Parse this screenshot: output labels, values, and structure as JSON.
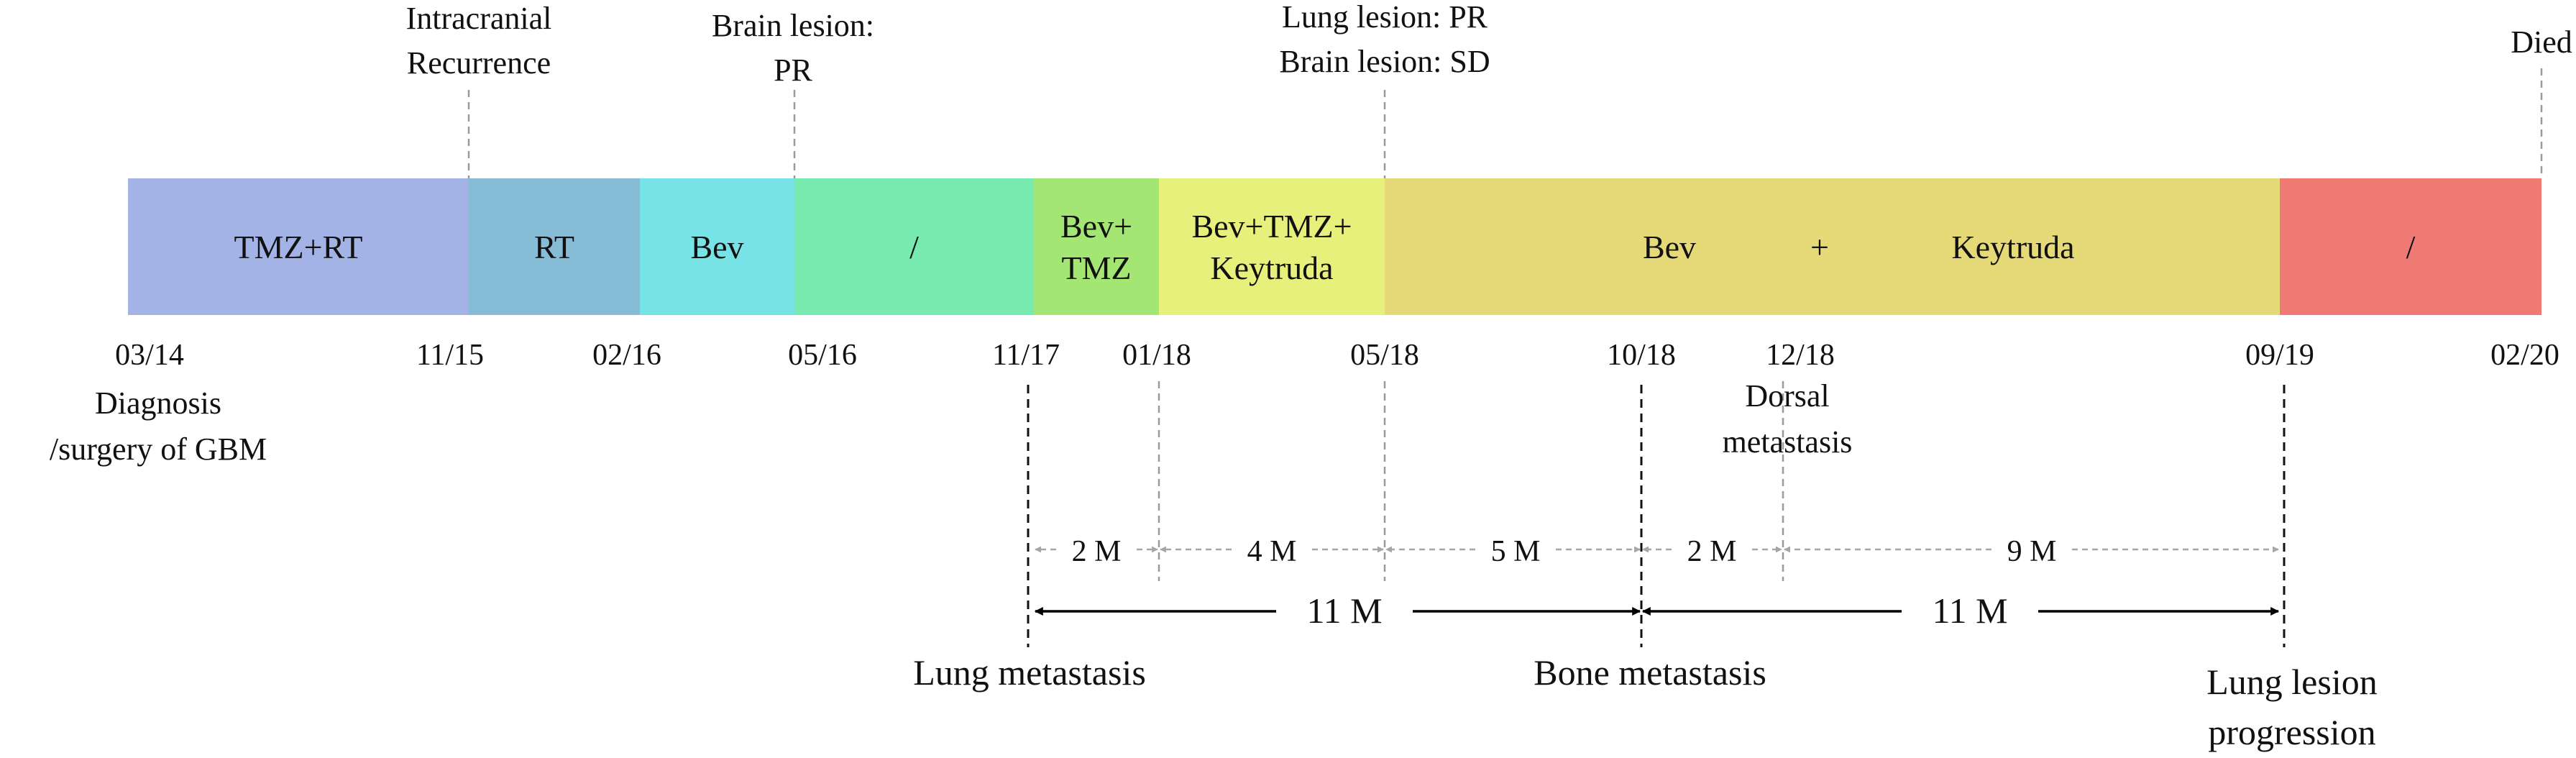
{
  "segments": [
    {
      "text": "TMZ+RT",
      "color": "#a3b3e6"
    },
    {
      "text": "RT",
      "color": "#86bcd6"
    },
    {
      "text": "Bev",
      "color": "#77e3e6"
    },
    {
      "text": "/",
      "color": "#77eab0"
    },
    {
      "text": "Bev+\nTMZ",
      "color": "#a3e673"
    },
    {
      "text": "Bev+TMZ+\nKeytruda",
      "color": "#e7f07a"
    },
    {
      "text": "",
      "color": "#e6d978"
    },
    {
      "text": "/",
      "color": "#ee7a73"
    }
  ],
  "long_segment_labels": {
    "left": "Bev",
    "middle": "+",
    "right": "Keytruda"
  },
  "dates": [
    "03/14",
    "11/15",
    "02/16",
    "05/16",
    "11/17",
    "01/18",
    "05/18",
    "10/18",
    "12/18",
    "09/19",
    "02/20"
  ],
  "top_events": [
    {
      "text": "Intracranial\nRecurrence"
    },
    {
      "text": "Brain lesion:\nPR"
    },
    {
      "text": "Lung lesion: PR\nBrain lesion: SD"
    },
    {
      "text": "Died"
    }
  ],
  "diagnosis_label": "Diagnosis\n/surgery of GBM",
  "dorsal_label": "Dorsal\nmetastasis",
  "short_intervals": [
    {
      "text": "2 M"
    },
    {
      "text": "4 M"
    },
    {
      "text": "5 M"
    },
    {
      "text": "2 M"
    },
    {
      "text": "9 M"
    }
  ],
  "long_intervals": [
    {
      "text": "11 M"
    },
    {
      "text": "11 M"
    }
  ],
  "bottom_events": [
    {
      "text": "Lung metastasis"
    },
    {
      "text": "Bone metastasis"
    },
    {
      "text": "Lung lesion\nprogression"
    }
  ]
}
